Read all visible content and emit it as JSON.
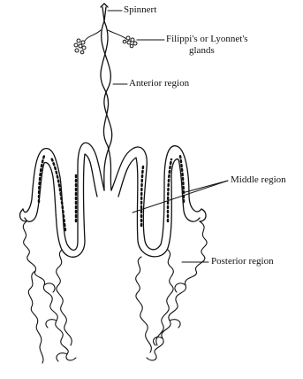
{
  "labels": {
    "spinneret": "Spinnert",
    "filippi_line1": "Filippi's or Lyonnet's",
    "filippi_line2": "glands",
    "anterior": "Anterior region",
    "middle": "Middle region",
    "posterior": "Posterior region"
  },
  "colors": {
    "ink": "#111111",
    "background": "#ffffff"
  }
}
